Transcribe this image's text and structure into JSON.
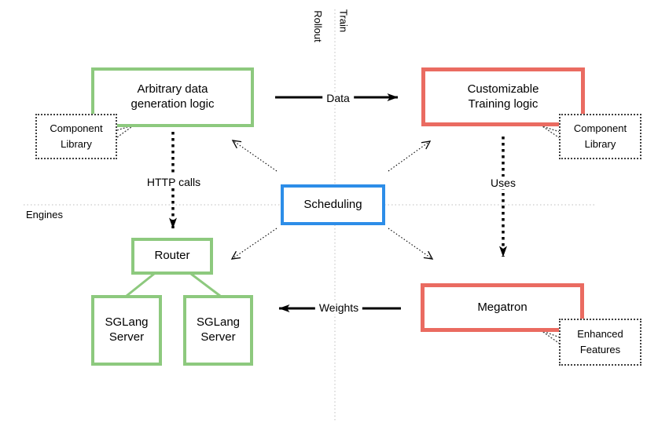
{
  "colors": {
    "green": "#8dc97e",
    "red": "#ea6b61",
    "blue": "#2d8de8",
    "divider": "#c9c9c9",
    "callout": "#404040",
    "arrow": "#000000"
  },
  "axes": {
    "rollout": "Rollout",
    "train": "Train",
    "engines": "Engines"
  },
  "nodes": {
    "data_generation": {
      "line1": "Arbitrary data",
      "line2": "generation logic"
    },
    "training": {
      "line1": "Customizable",
      "line2": "Training logic"
    },
    "scheduling": {
      "line1": "Scheduling"
    },
    "router": {
      "line1": "Router"
    },
    "sglang1": {
      "line1": "SGLang",
      "line2": "Server"
    },
    "sglang2": {
      "line1": "SGLang",
      "line2": "Server"
    },
    "megatron": {
      "line1": "Megatron"
    }
  },
  "callouts": {
    "component_left": {
      "line1": "Component",
      "line2": "Library"
    },
    "component_right": {
      "line1": "Component",
      "line2": "Library"
    },
    "enhanced": {
      "line1": "Enhanced",
      "line2": "Features"
    }
  },
  "edges": {
    "data": "Data",
    "http_calls": "HTTP calls",
    "uses": "Uses",
    "weights": "Weights"
  }
}
